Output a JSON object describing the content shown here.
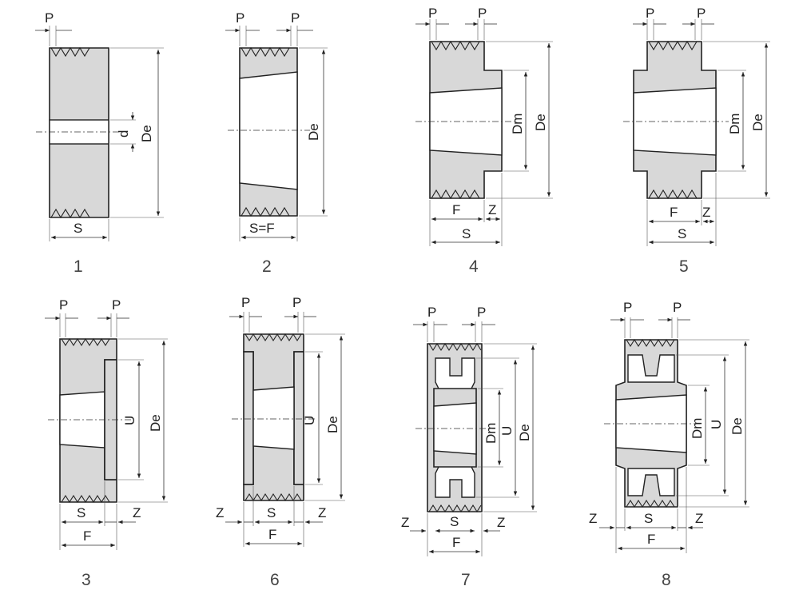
{
  "labels": {
    "pitch": "P",
    "outside_diameter": "De",
    "bore": "d",
    "face_width": "S",
    "face_width_flange": "S=F",
    "hub_length": "F",
    "offset": "Z",
    "hub_diameter": "Dm",
    "flange_diameter": "U"
  },
  "figures": [
    {
      "id": "1",
      "number": "1"
    },
    {
      "id": "2",
      "number": "2"
    },
    {
      "id": "4",
      "number": "4"
    },
    {
      "id": "5",
      "number": "5"
    },
    {
      "id": "3",
      "number": "3"
    },
    {
      "id": "6",
      "number": "6"
    },
    {
      "id": "7",
      "number": "7"
    },
    {
      "id": "8",
      "number": "8"
    }
  ]
}
